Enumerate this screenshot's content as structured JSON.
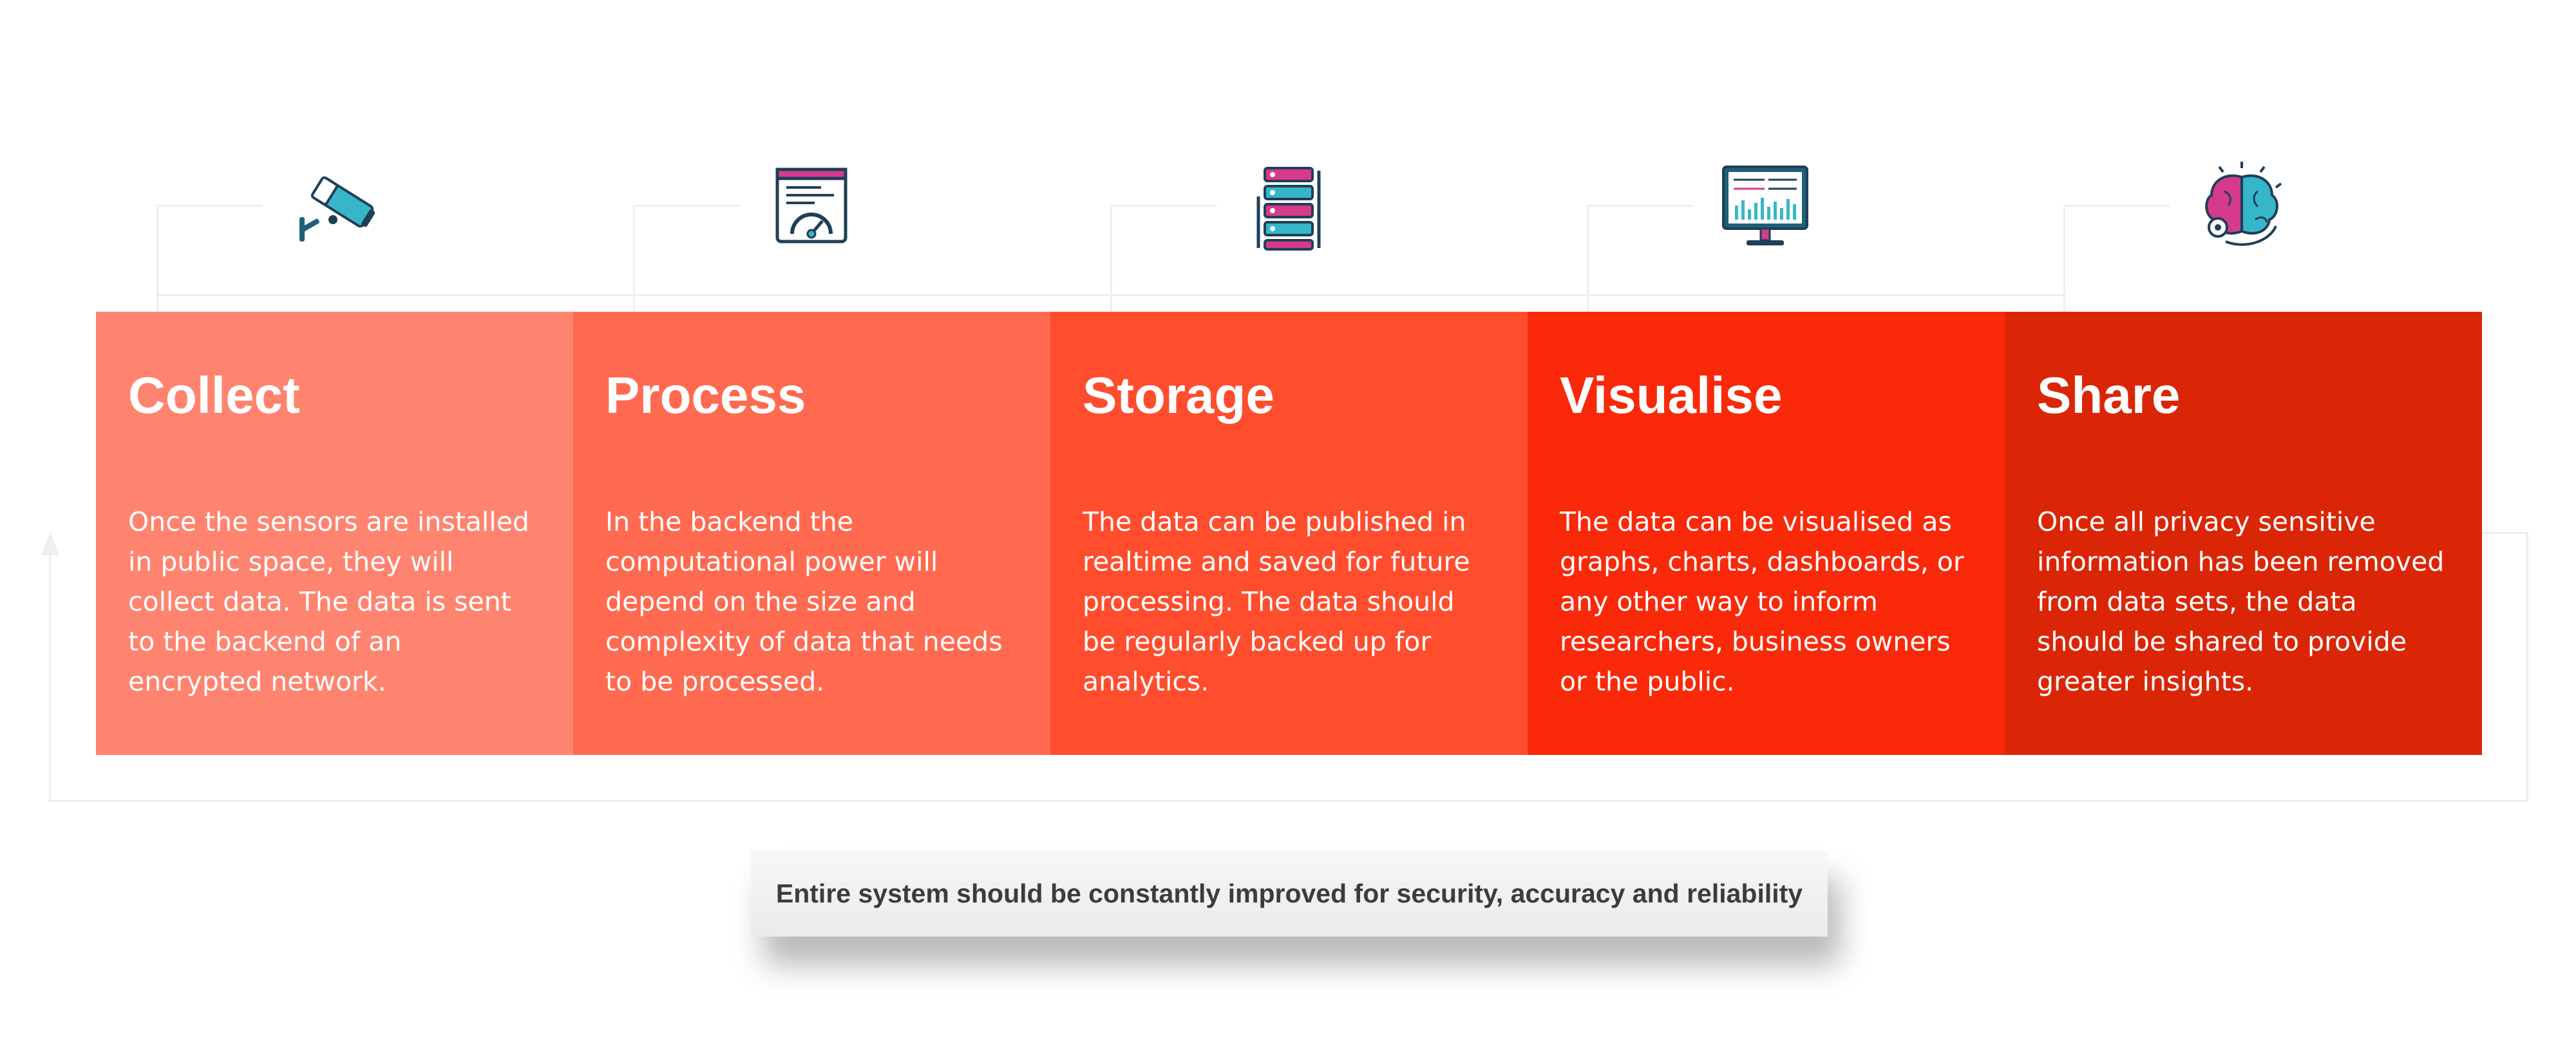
{
  "stages": [
    {
      "title": "Collect",
      "description": "Once the sensors are installed in public space, they will collect data. The data is sent to the backend of an encrypted network.",
      "color": "#FF8470",
      "icon": "cctv-camera-icon"
    },
    {
      "title": "Process",
      "description": "In the backend the computational power will depend on the size and complexity of data that needs to be processed.",
      "color": "#FF6A50",
      "icon": "speed-gauge-window-icon"
    },
    {
      "title": "Storage",
      "description": "The data can be published in realtime and saved for future processing. The data should be regularly backed up for analytics.",
      "color": "#FF4D2E",
      "icon": "server-rack-icon"
    },
    {
      "title": "Visualise",
      "description": "The data can be visualised as graphs, charts, dashboards, or any other way to inform researchers, business owners or the public.",
      "color": "#F9290A",
      "icon": "dashboard-monitor-icon"
    },
    {
      "title": "Share",
      "description": "Once all privacy sensitive information has been removed from data sets, the data should be shared to provide greater insights.",
      "color": "#DA2607",
      "icon": "brain-gear-icon"
    }
  ],
  "footer": {
    "note": "Entire system should be constantly improved for security, accuracy and reliability"
  }
}
